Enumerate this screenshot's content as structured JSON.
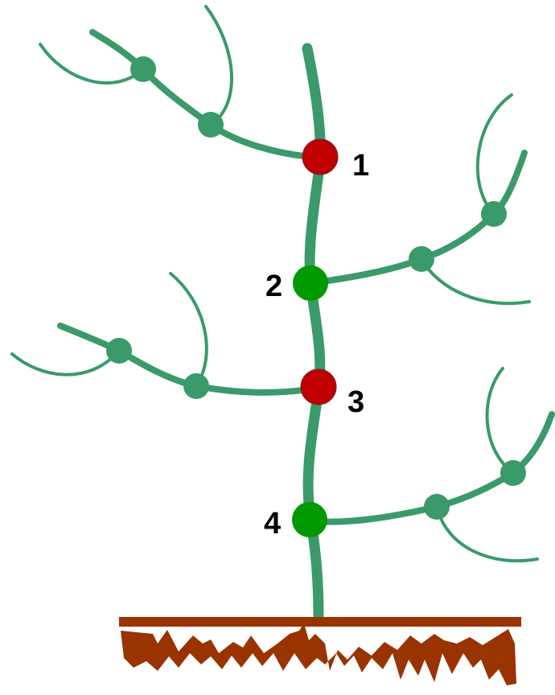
{
  "colors": {
    "stem": "#3a9a6a",
    "node_red": "#c00000",
    "node_green": "#009900",
    "ground": "#993300"
  },
  "nodes": [
    {
      "label": "1",
      "color": "red"
    },
    {
      "label": "2",
      "color": "green"
    },
    {
      "label": "3",
      "color": "red"
    },
    {
      "label": "4",
      "color": "green"
    }
  ]
}
